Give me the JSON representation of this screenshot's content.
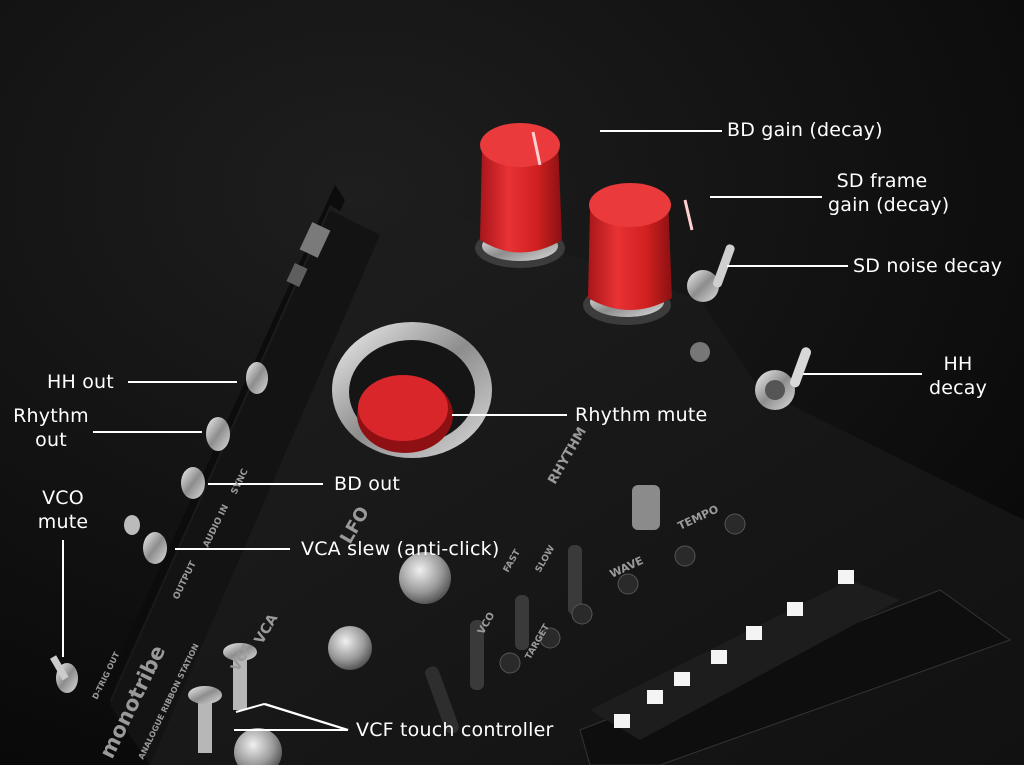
{
  "annotations": {
    "bd_gain": "BD gain (decay)",
    "sd_frame_line1": "SD frame",
    "sd_frame_line2": "gain (decay)",
    "sd_noise": "SD noise decay",
    "hh_decay_line1": "HH",
    "hh_decay_line2": "decay",
    "hh_out": "HH out",
    "rhythm_out_line1": "Rhythm",
    "rhythm_out_line2": "out",
    "rhythm_mute": "Rhythm mute",
    "bd_out": "BD out",
    "vco_mute_line1": "VCO",
    "vco_mute_line2": "mute",
    "vca_slew": "VCA slew (anti-click)",
    "vcf_touch": "VCF touch controller"
  },
  "panel_text": {
    "brand": "monotribe",
    "subtitle": "ANALOGUE RIBBON STATION",
    "rhythm": "RHYTHM",
    "lfo": "LFO",
    "vco": "VCO",
    "vcf": "VCF",
    "vca": "VCA",
    "wave": "WAVE",
    "tempo": "TEMPO",
    "fast": "FAST",
    "slow": "SLOW",
    "target": "TARGET",
    "output": "OUTPUT",
    "audio_in": "AUDIO IN",
    "sync": "SYNC",
    "drum_out": "D-TRIG OUT"
  },
  "colors": {
    "label_text": "#ffffff",
    "knob_red": "#e0282b",
    "device_body": "#161616",
    "led_white": "#f4f4f4"
  }
}
